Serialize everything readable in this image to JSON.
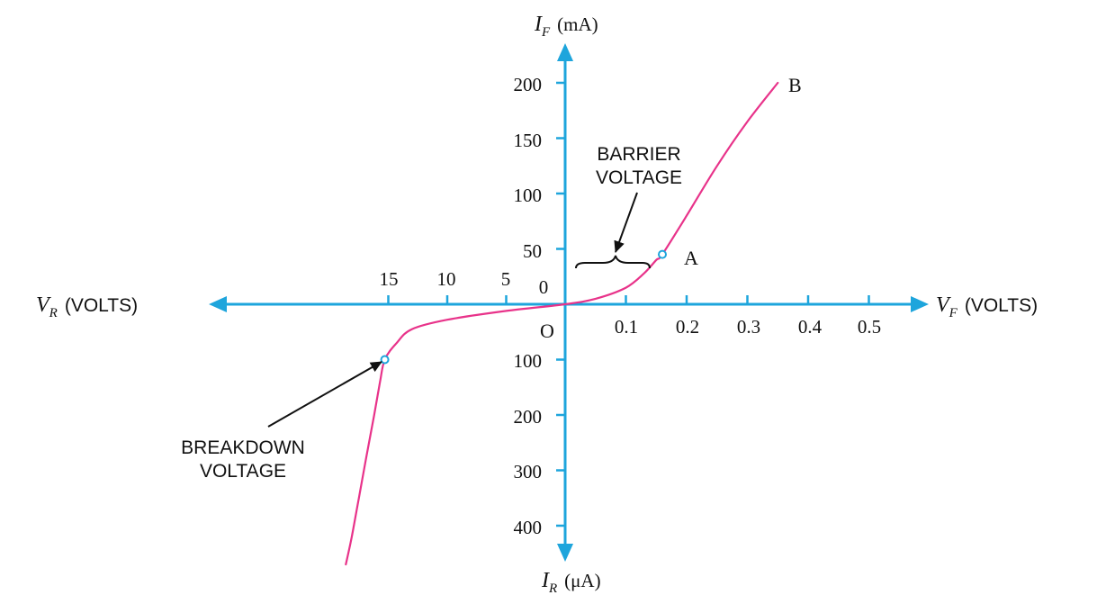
{
  "colors": {
    "axis": "#1ea5dc",
    "curve": "#e8338a",
    "annotation": "#111111",
    "background": "#ffffff"
  },
  "labels": {
    "y_top_var": "I",
    "y_top_sub": "F",
    "y_top_unit": "(mA)",
    "y_bottom_var": "I",
    "y_bottom_sub": "R",
    "y_bottom_unit": "(μA)",
    "x_left_var": "V",
    "x_left_sub": "R",
    "x_left_unit": "(VOLTS)",
    "x_right_var": "V",
    "x_right_sub": "F",
    "x_right_unit": "(VOLTS)",
    "origin": "O",
    "zero": "0",
    "point_a": "A",
    "point_b": "B",
    "barrier_line1": "BARRIER",
    "barrier_line2": "VOLTAGE",
    "breakdown_line1": "BREAKDOWN",
    "breakdown_line2": "VOLTAGE"
  },
  "ticks": {
    "forward_current": [
      "200",
      "150",
      "100",
      "50"
    ],
    "reverse_current": [
      "100",
      "200",
      "300",
      "400"
    ],
    "forward_voltage": [
      "0.1",
      "0.2",
      "0.3",
      "0.4",
      "0.5"
    ],
    "reverse_voltage": [
      "15",
      "10",
      "5"
    ]
  },
  "curve": {
    "forward": [
      [
        0,
        0
      ],
      [
        0.05,
        5
      ],
      [
        0.1,
        15
      ],
      [
        0.13,
        28
      ],
      [
        0.15,
        40
      ],
      [
        0.16,
        45
      ],
      [
        0.2,
        80
      ],
      [
        0.25,
        125
      ],
      [
        0.3,
        165
      ],
      [
        0.35,
        200
      ]
    ],
    "reverse_volts": [
      [
        0,
        0
      ],
      [
        -5,
        -12
      ],
      [
        -10,
        -28
      ],
      [
        -13,
        -45
      ],
      [
        -14.3,
        -70
      ],
      [
        -15.3,
        -100
      ]
    ],
    "reverse_tail": [
      [
        -15.3,
        -100
      ],
      [
        -15.7,
        -140
      ],
      [
        -16.2,
        -200
      ],
      [
        -16.9,
        -280
      ],
      [
        -17.5,
        -350
      ],
      [
        -18.1,
        -420
      ],
      [
        -18.6,
        -470
      ]
    ]
  }
}
